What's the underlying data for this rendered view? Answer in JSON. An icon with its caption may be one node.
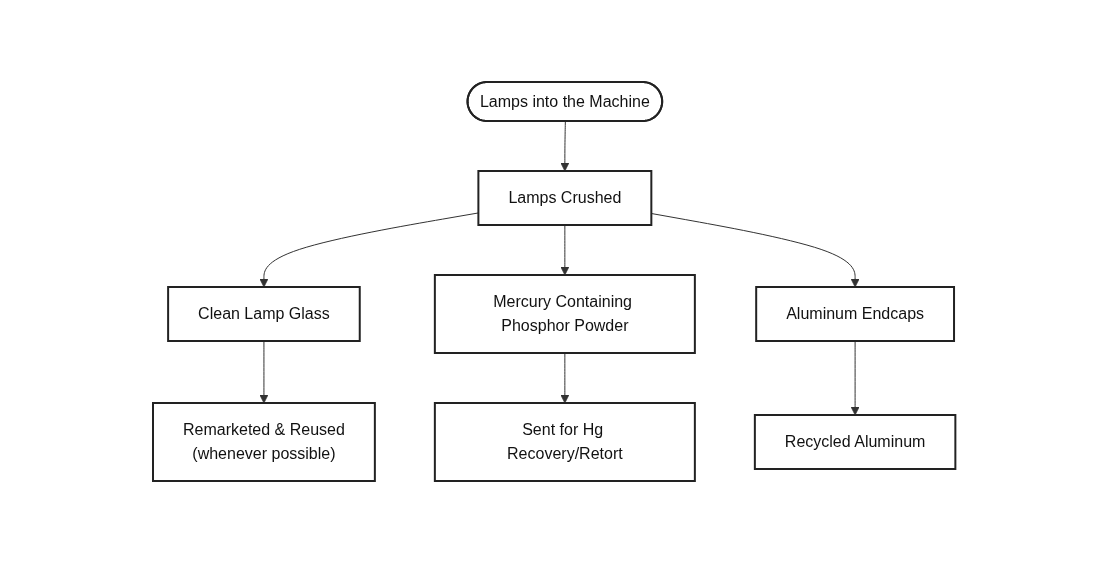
{
  "diagram": {
    "nodes": [
      {
        "text": [
          "Lamps into the Machine"
        ]
      },
      {
        "text": [
          "Lamps Crushed"
        ]
      },
      {
        "text": [
          "Clean Lamp Glass"
        ]
      },
      {
        "text": [
          "Mercury Containing Phosphor Powder"
        ]
      },
      {
        "text": [
          "Aluminum Endcaps"
        ]
      },
      {
        "text": [
          "Remarketed & Reused",
          "(whenever possible)"
        ]
      },
      {
        "text": [
          "Sent for Hg Recovery/Retort"
        ]
      },
      {
        "text": [
          "Recycled Aluminum"
        ]
      }
    ],
    "edges": [
      {
        "from": 0,
        "to": 1,
        "arrow": "to"
      },
      {
        "from": 1,
        "to": 2,
        "arrow": "to"
      },
      {
        "from": 1,
        "to": 3,
        "arrow": "to"
      },
      {
        "from": 1,
        "to": 4,
        "arrow": "to"
      },
      {
        "from": 2,
        "to": 5,
        "arrow": "to"
      },
      {
        "from": 3,
        "to": 6,
        "arrow": "to"
      },
      {
        "from": 4,
        "to": 7,
        "arrow": "to"
      }
    ]
  }
}
